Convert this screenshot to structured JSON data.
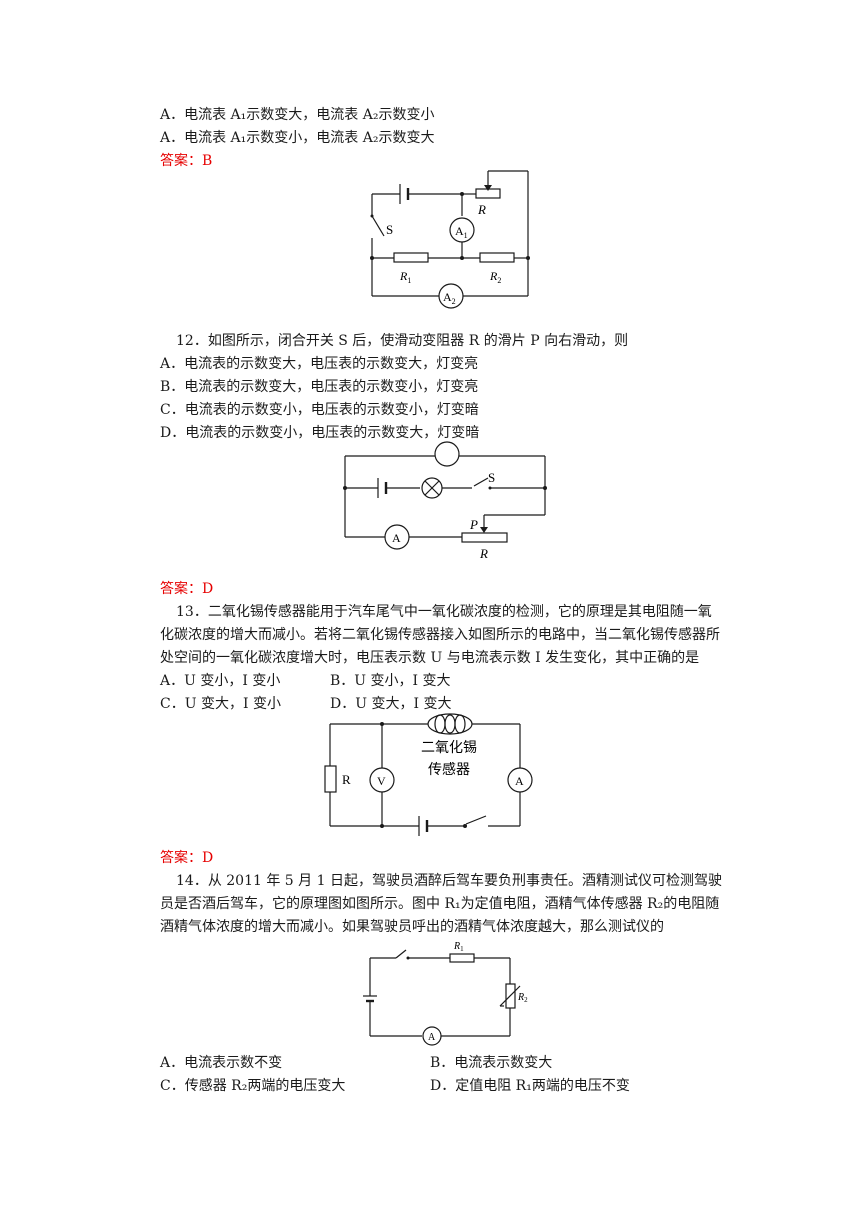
{
  "q11": {
    "opt_a1": "A．电流表 A₁示数变大，电流表 A₂示数变小",
    "opt_a2": "A．电流表 A₁示数变小，电流表 A₂示数变大",
    "answer": "答案：B",
    "diagram": {
      "s": "S",
      "r": "R",
      "r1": "R",
      "r1_sub": "1",
      "r2": "R",
      "r2_sub": "2",
      "a1": "A",
      "a1_sub": "1",
      "a2": "A",
      "a2_sub": "2"
    }
  },
  "q12": {
    "stem": "12．如图所示，闭合开关 S 后，使滑动变阻器 R 的滑片 P 向右滑动，则",
    "opt_a": "A．电流表的示数变大，电压表的示数变大，灯变亮",
    "opt_b": "B．电流表的示数变大，电压表的示数变小，灯变亮",
    "opt_c": "C．电流表的示数变小，电压表的示数变小，灯变暗",
    "opt_d": "D．电流表的示数变小，电压表的示数变大，灯变暗",
    "answer": "答案：D",
    "diagram": {
      "s": "S",
      "p": "P",
      "r": "R",
      "a": "A"
    }
  },
  "q13": {
    "stem1": "13．二氧化锡传感器能用于汽车尾气中一氧化碳浓度的检测，它的原理是其电阻随一氧",
    "stem2": "化碳浓度的增大而减小。若将二氧化锡传感器接入如图所示的电路中，当二氧化锡传感器所",
    "stem3": "处空间的一氧化碳浓度增大时，电压表示数 U 与电流表示数 I 发生变化，其中正确的是",
    "opt_a": "A．U 变小，I 变小",
    "opt_b": "B．U 变小，I 变大",
    "opt_c": "C．U 变大，I 变小",
    "opt_d": "D．U 变大，I 变大",
    "answer": "答案：D",
    "diagram": {
      "r": "R",
      "v": "V",
      "a": "A",
      "sensor1": "二氧化锡",
      "sensor2": "传感器"
    }
  },
  "q14": {
    "stem1": "14．从 2011 年 5 月 1 日起，驾驶员酒醉后驾车要负刑事责任。酒精测试仪可检测驾驶",
    "stem2": "员是否酒后驾车，它的原理图如图所示。图中 R₁为定值电阻，酒精气体传感器 R₂的电阻随",
    "stem3": "酒精气体浓度的增大而减小。如果驾驶员呼出的酒精气体浓度越大，那么测试仪的",
    "opt_a": "A．电流表示数不变",
    "opt_b": "B．电流表示数变大",
    "opt_c": "C．传感器 R₂两端的电压变大",
    "opt_d": "D．定值电阻 R₁两端的电压不变",
    "diagram": {
      "r1": "R",
      "r1_sub": "1",
      "r2": "R",
      "r2_sub": "2",
      "a": "A"
    }
  }
}
